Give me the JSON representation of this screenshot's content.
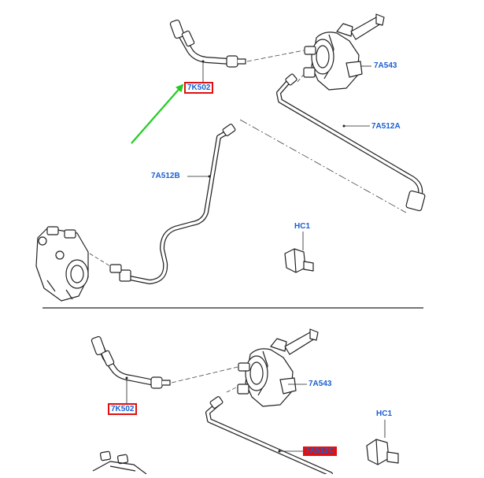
{
  "colors": {
    "label": "#1a5fd0",
    "highlight": "#e01010",
    "arrow": "#22cc22",
    "line": "#222222"
  },
  "top": {
    "part_7k502": "7K502",
    "part_7a543": "7A543",
    "part_7a512a": "7A512A",
    "part_7a512b": "7A512B",
    "part_hc1": "HC1"
  },
  "bottom": {
    "part_7k502": "7K502",
    "part_7a543": "7A543",
    "part_7a512c": "7A512C",
    "part_hc1": "HC1"
  }
}
